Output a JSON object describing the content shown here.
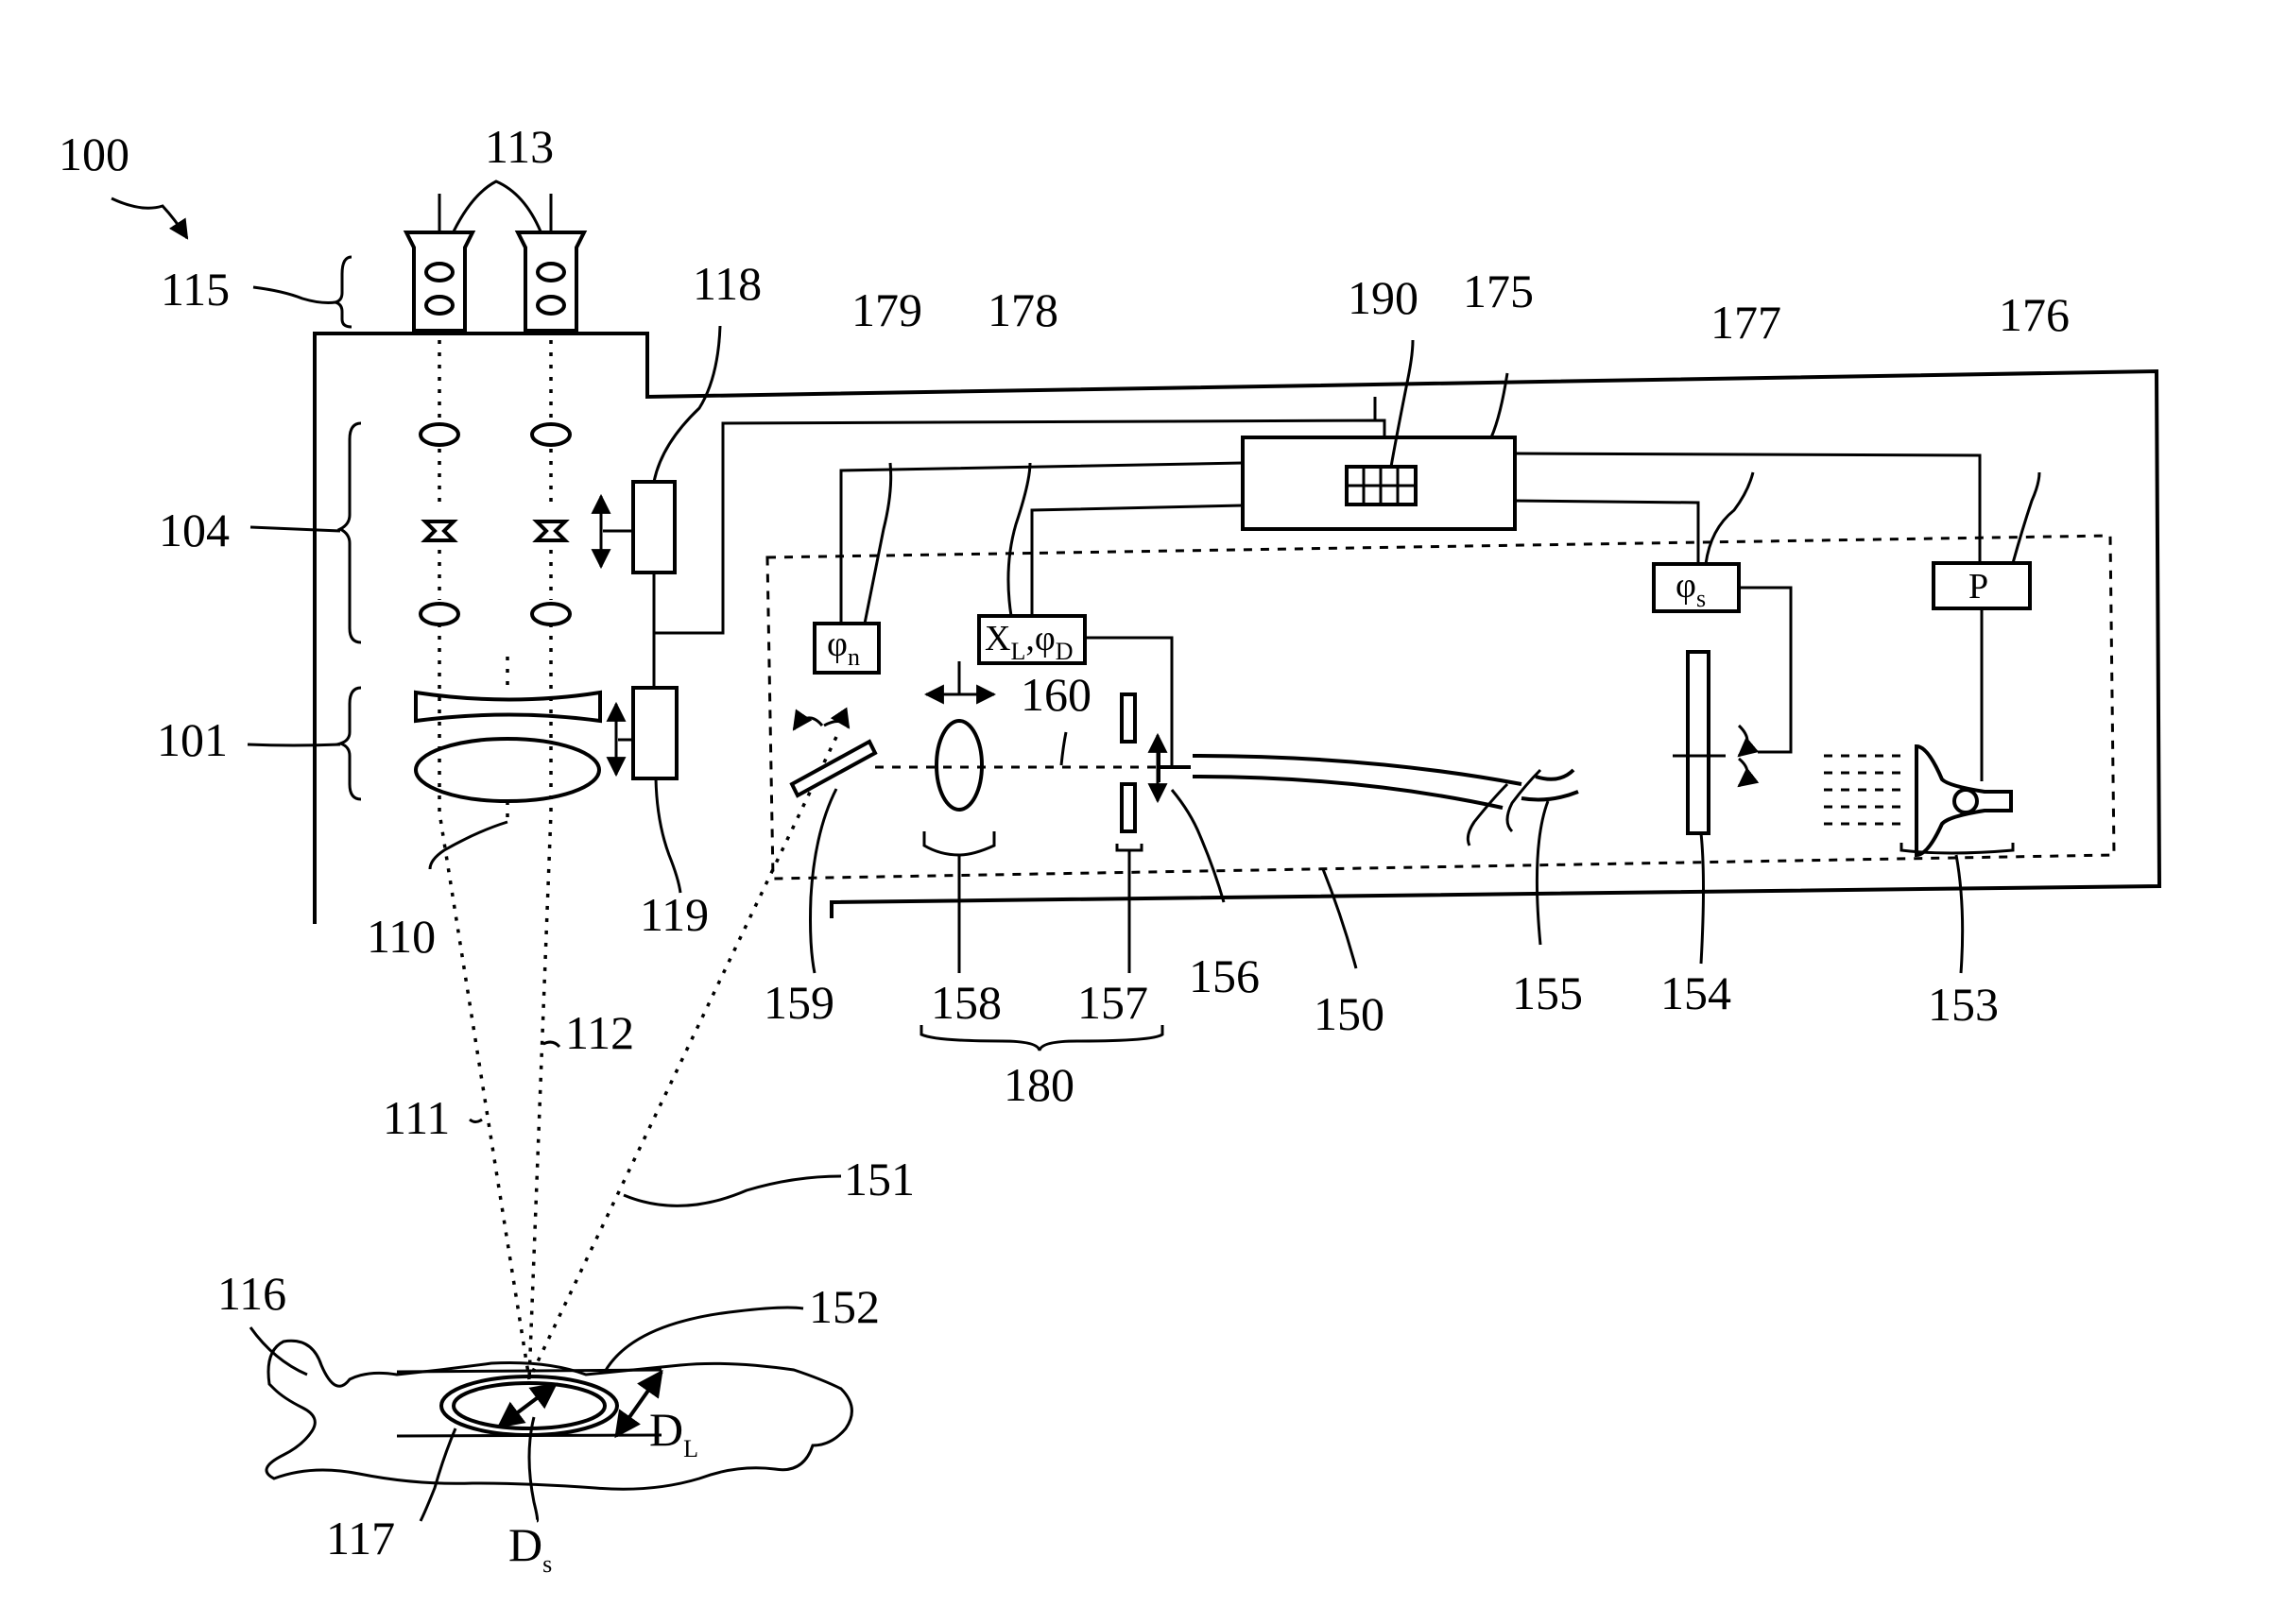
{
  "labels": {
    "device": "100",
    "eyepieces": "113",
    "eyepiece_unit": "115",
    "zoom_system": "104",
    "objective": "101",
    "zoom_drive": "118",
    "objective_drive": "119",
    "optical_axis": "110",
    "beam_left": "111",
    "beam_right": "112",
    "illumination_beam": "151",
    "object": "116",
    "light_field": "152",
    "observed_field": "117",
    "illumination_system": "150",
    "light_source": "153",
    "filter": "154",
    "fiber_bundle": "155",
    "fiber_end": "156",
    "diaphragm": "157",
    "lens": "158",
    "mirror": "159",
    "illum_axis": "160",
    "optics_group": "180",
    "mirror_drive": "179",
    "lens_drive": "178",
    "controller": "175",
    "display": "190",
    "filter_drive": "177",
    "power_unit": "176"
  },
  "boxes": {
    "mirror_drive": {
      "main": "φ",
      "sub": "n"
    },
    "lens_drive": {
      "main_a": "X",
      "sub_a": "L",
      "sep": ",",
      "main_b": "φ",
      "sub_b": "D"
    },
    "filter_drive": {
      "main": "φ",
      "sub": "s"
    },
    "power_unit": {
      "main": "P"
    }
  },
  "dimensions": {
    "large": {
      "main": "D",
      "sub": "L"
    },
    "small": {
      "main": "D",
      "sub": "s"
    }
  }
}
